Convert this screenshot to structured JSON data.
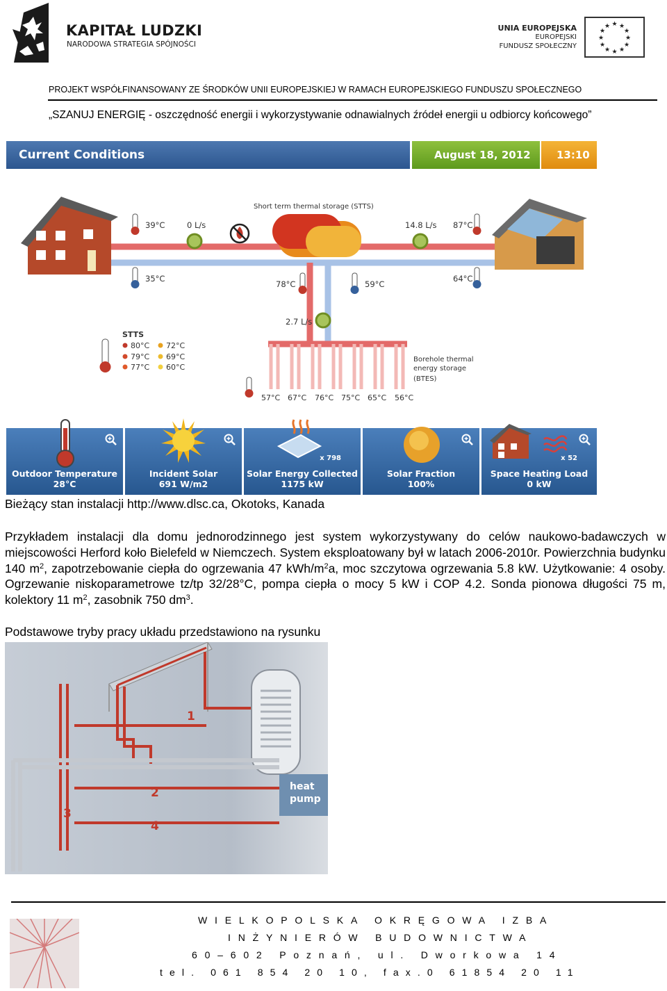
{
  "header": {
    "logo_title": "KAPITAŁ LUDZKI",
    "logo_subtitle": "NARODOWA STRATEGIA SPÓJNOŚCI",
    "eu_line1": "UNIA EUROPEJSKA",
    "eu_line2": "EUROPEJSKI",
    "eu_line3": "FUNDUSZ SPOŁECZNY",
    "project_line": "PROJEKT WSPÓŁFINANSOWANY ZE ŚRODKÓW UNII EUROPEJSKIEJ W RAMACH EUROPEJSKIEGO FUNDUSZU SPOŁECZNEGO",
    "tagline": "„SZANUJ ENERGIĘ - oszczędność energii i wykorzystywanie odnawialnych źródeł energii u odbiorcy końcowego”"
  },
  "dashboard": {
    "title": "Current Conditions",
    "date": "August 18, 2012",
    "time": "13:10",
    "stts_label": "Short term thermal storage (STTS)",
    "house_supply_temp": "39°C",
    "house_return_temp": "35°C",
    "house_flow": "0 L/s",
    "collector_flow": "14.8 L/s",
    "collector_temp": "87°C",
    "collector_return_temp": "64°C",
    "stts_out_temp": "78°C",
    "stts_in_temp": "59°C",
    "btes_flow": "2.7 L/s",
    "stts_legend_title": "STTS",
    "stts_temps": [
      "80°C",
      "79°C",
      "77°C",
      "72°C",
      "69°C",
      "60°C"
    ],
    "btes_label_1": "Borehole thermal",
    "btes_label_2": "energy storage",
    "btes_label_3": "(BTES)",
    "btes_temps": [
      "57°C",
      "67°C",
      "76°C",
      "75°C",
      "65°C",
      "56°C"
    ],
    "tiles": [
      {
        "label": "Outdoor Temperature",
        "value": "28°C"
      },
      {
        "label": "Incident Solar",
        "value": "691 W/m2"
      },
      {
        "label": "Solar Energy Collected",
        "value": "1175 kW",
        "multiplier": "x 798"
      },
      {
        "label": "Solar Fraction",
        "value": "100%"
      },
      {
        "label": "Space Heating Load",
        "value": "0  kW",
        "multiplier": "x 52"
      }
    ]
  },
  "caption": "Bieżący stan instalacji http://www.dlsc.ca, Okotoks, Kanada",
  "paragraph": {
    "p1": "Przykładem instalacji dla domu jednorodzinnego jest system wykorzystywany do celów naukowo-badawczych w miejscowości Herford koło Bielefeld w Niemczech. System eksploatowany był w latach 2006-2010r. Powierzchnia budynku 140 m",
    "sup1": "2",
    "p2": ", zapotrzebowanie ciepła do ogrzewania 47 kWh/m",
    "sup2": "2",
    "p3": "a, moc szczytowa ogrzewania 5.8 kW. Użytkowanie: 4 osoby. Ogrzewanie niskoparametrowe tz/tp 32/28°C, pompa ciepła o mocy 5 kW i COP 4.2. Sonda pionowa długości 75 m, kolektory 11 m",
    "sup3": "2",
    "p4": ", zasobnik 750 dm",
    "sup4": "3",
    "p5": "."
  },
  "paragraph2": "Podstawowe tryby pracy układu przedstawiono na rysunku",
  "scheme": {
    "labels": [
      "1",
      "2",
      "3",
      "4"
    ],
    "heat_pump_1": "heat",
    "heat_pump_2": "pump"
  },
  "footer": {
    "line1": "WIELKOPOLSKA OKRĘGOWA IZBA",
    "line2": "INŻYNIERÓW BUDOWNICTWA",
    "line3": "60–602 Poznań, ul. Dworkowa 14",
    "line4": "tel. 061 854 20 10, fax.0 61854 20 11"
  },
  "colors": {
    "hot_pipe": "#e0514f",
    "cold_pipe": "#9cb9df",
    "tile_blue": "#3567a4",
    "date_green": "#74ab2c",
    "time_orange": "#eea021"
  }
}
